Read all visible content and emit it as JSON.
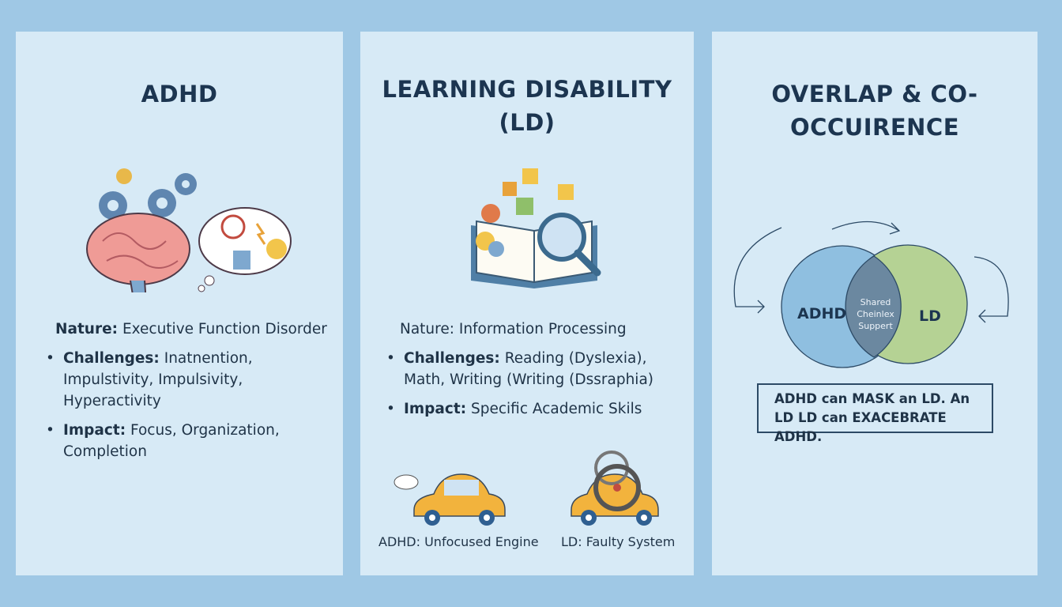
{
  "adhd": {
    "title": "ADHD",
    "nature_label": "Nature:",
    "nature_value": "Executive Function Disorder",
    "challenges_label": "Challenges:",
    "challenges_value": "Inatnention, Impulstivity, Impulsivity, Hyperactivity",
    "impact_label": "Impact:",
    "impact_value": "Focus, Organization, Completion"
  },
  "ld": {
    "title": "LEARNING DISABILITY (LD)",
    "nature_label": "Nature:",
    "nature_value": "Information Processing",
    "challenges_label": "Challenges:",
    "challenges_value": "Reading (Dyslexia), Math, Writing (Writing (Dssraphia)",
    "impact_label": "Impact:",
    "impact_value": "Specific Academic Skils",
    "car_adhd_caption": "ADHD: Unfocused Engine",
    "car_ld_caption": "LD: Faulty System"
  },
  "overlap": {
    "title": "OVERLAP & CO-OCCUIRENCE",
    "venn_left": "ADHD",
    "venn_right": "LD",
    "venn_center": [
      "Shared",
      "Cheinlex",
      "Suppert"
    ],
    "note": "ADHD can MASK an LD. An LD LD can EXACEBRATE ADHD."
  },
  "colors": {
    "background": "#9fc8e5",
    "panel": "#d7eaf6",
    "venn_adhd": "#8fbfe0",
    "venn_ld": "#b5d294",
    "venn_overlap": "#6b88a0"
  }
}
